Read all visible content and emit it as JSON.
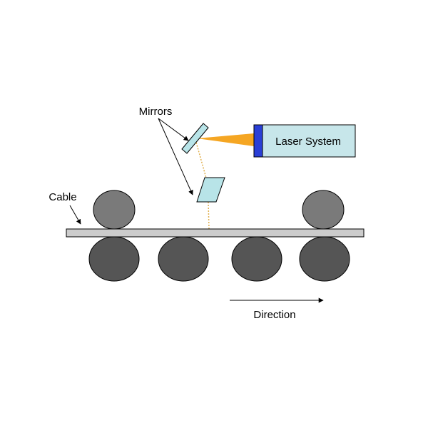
{
  "labels": {
    "mirrors": "Mirrors",
    "laser_system": "Laser System",
    "cable": "Cable",
    "direction": "Direction"
  },
  "colors": {
    "background": "#ffffff",
    "mirror_fill": "#b8e4e8",
    "laser_box_fill": "#c7e6ea",
    "laser_box_stripe": "#2a3fd6",
    "laser_beam": "#f5a623",
    "beam_dotted": "#e0b050",
    "cable_fill": "#cccccc",
    "upper_roller": "#7a7a7a",
    "lower_roller": "#555555"
  }
}
